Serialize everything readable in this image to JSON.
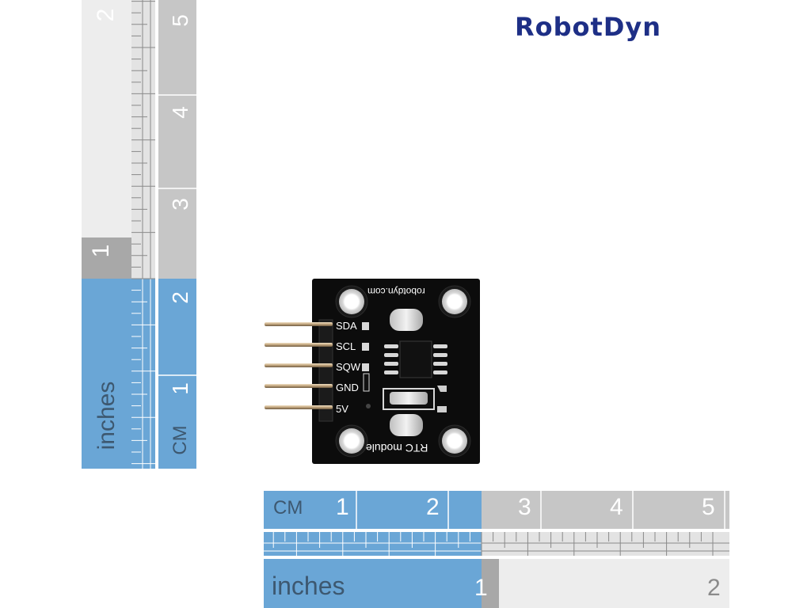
{
  "brand": {
    "logo_text": "RobotDyn"
  },
  "module": {
    "url_text": "robotdyn.com",
    "name_text": "RTC module",
    "pins": [
      "SDA",
      "SCL",
      "SQW",
      "GND",
      "5V"
    ]
  },
  "vertical_ruler": {
    "inch_label": "inches",
    "cm_label": "CM",
    "inch_numbers": [
      "1",
      "2"
    ],
    "cm_numbers": [
      "1",
      "2",
      "3",
      "4",
      "5"
    ]
  },
  "horizontal_ruler": {
    "inch_label": "inches",
    "cm_label": "CM",
    "inch_numbers": [
      "1",
      "2"
    ],
    "cm_numbers": [
      "1",
      "2",
      "3",
      "4",
      "5"
    ]
  },
  "colors": {
    "blue": "#6aa6d6",
    "gray": "#c6c6c6",
    "dark_gray": "#a8a8a8",
    "logo": "#1e2f86",
    "pcb": "#0c0c0c"
  }
}
